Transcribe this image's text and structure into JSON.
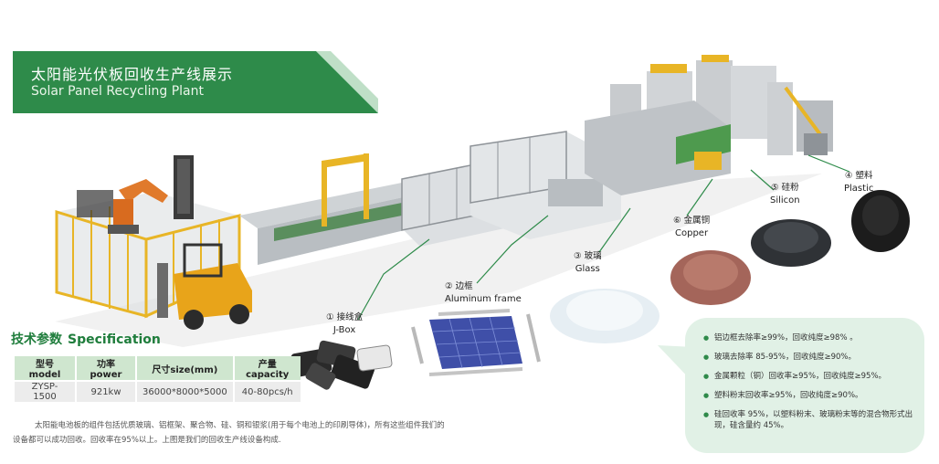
{
  "banner": {
    "title_cn": "太阳能光伏板回收生产线展示",
    "title_en": "Solar Panel Recycling Plant",
    "color": "#2e8b4a"
  },
  "spec": {
    "title_cn": "技术参数",
    "title_en": "Specification",
    "headers": [
      "型号model",
      "功率power",
      "尺寸size(mm)",
      "产量capacity"
    ],
    "row": [
      "ZYSP-1500",
      "921kw",
      "36000*8000*5000",
      "40-80pcs/h"
    ]
  },
  "description": "太阳能电池板的组件包括优质玻璃、铝框架、聚合物、硅、铜和银浆(用于每个电池上的印刷导体)，所有这些组件我们的设备都可以成功回收。回收率在95%以上。上图是我们的回收生产线设备构成.",
  "components": [
    {
      "num": "①",
      "cn": "接线盒",
      "en": "J-Box"
    },
    {
      "num": "②",
      "cn": "边框",
      "en": "Aluminum frame"
    },
    {
      "num": "③",
      "cn": "玻璃",
      "en": "Glass"
    },
    {
      "num": "⑥",
      "cn": "金属铜",
      "en": "Copper"
    },
    {
      "num": "⑤",
      "cn": "硅粉",
      "en": "Silicon"
    },
    {
      "num": "④",
      "cn": "塑料",
      "en": "Plastic"
    }
  ],
  "results": [
    "铝边框去除率≥99%，回收纯度≥98% 。",
    "玻璃去除率 85-95%，回收纯度≥90%。",
    "金属颗粒（铜）回收率≥95%，回收纯度≥95%。",
    "塑料粉末回收率≥95%，回收纯度≥90%。",
    "硅回收率 95%，以塑料粉末、玻璃粉末等的混合物形式出现，硅含量约 45%。"
  ],
  "colors": {
    "green_dark": "#1f7d3c",
    "green_light": "#cfe6cf",
    "callout_bg": "#e1f1e6",
    "fence": "#e8b526",
    "machine": "#c9cccf"
  }
}
